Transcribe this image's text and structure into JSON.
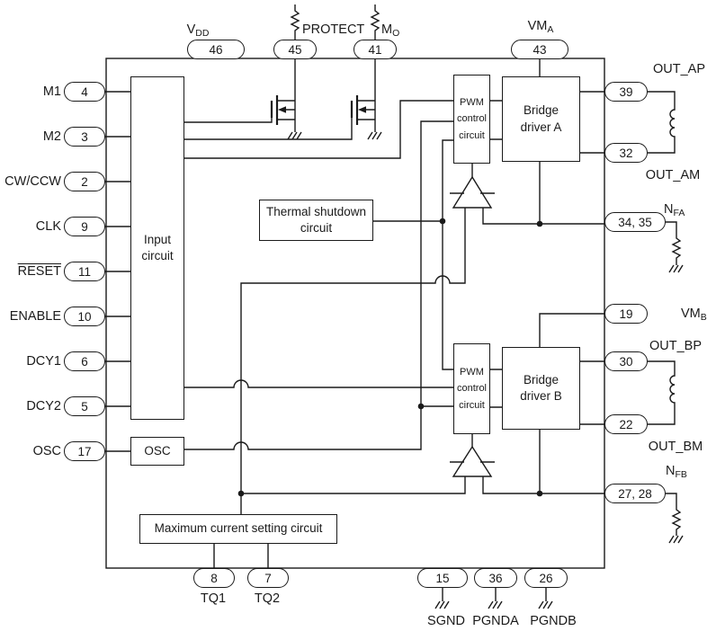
{
  "colors": {
    "line": "#1a1a1a",
    "background": "#ffffff"
  },
  "pins": {
    "left": [
      {
        "label": "M1",
        "number": "4"
      },
      {
        "label": "M2",
        "number": "3"
      },
      {
        "label": "CW/CCW",
        "number": "2"
      },
      {
        "label": "CLK",
        "number": "9"
      },
      {
        "label": "RESET",
        "number": "11",
        "overline": true
      },
      {
        "label": "ENABLE",
        "number": "10"
      },
      {
        "label": "DCY1",
        "number": "6"
      },
      {
        "label": "DCY2",
        "number": "5"
      },
      {
        "label": "OSC",
        "number": "17"
      }
    ],
    "top": [
      {
        "label_base": "V",
        "label_sub": "DD",
        "number": "46"
      },
      {
        "label_base": "PROTECT",
        "label_sub": "",
        "number": "45"
      },
      {
        "label_base": "M",
        "label_sub": "O",
        "number": "41"
      },
      {
        "label_base": "VM",
        "label_sub": "A",
        "number": "43"
      }
    ],
    "right": [
      {
        "label": "OUT_AP",
        "number": "39"
      },
      {
        "label": "OUT_AM",
        "number": "32"
      },
      {
        "label_base": "N",
        "label_sub": "FA",
        "number": "34, 35"
      },
      {
        "label_base": "VM",
        "label_sub": "B",
        "number": "19"
      },
      {
        "label": "OUT_BP",
        "number": "30"
      },
      {
        "label": "OUT_BM",
        "number": "22"
      },
      {
        "label_base": "N",
        "label_sub": "FB",
        "number": "27, 28"
      }
    ],
    "bottom": [
      {
        "label": "TQ1",
        "number": "8"
      },
      {
        "label": "TQ2",
        "number": "7"
      },
      {
        "label": "SGND",
        "number": "15"
      },
      {
        "label": "PGNDA",
        "number": "36"
      },
      {
        "label": "PGNDB",
        "number": "26"
      }
    ]
  },
  "blocks": {
    "input_circuit": {
      "line1": "Input",
      "line2": "circuit"
    },
    "osc": {
      "label": "OSC"
    },
    "thermal": {
      "line1": "Thermal shutdown",
      "line2": "circuit"
    },
    "pwm_a": {
      "line1": "PWM",
      "line2": "control",
      "line3": "circuit"
    },
    "pwm_b": {
      "line1": "PWM",
      "line2": "control",
      "line3": "circuit"
    },
    "bridge_a": {
      "line1": "Bridge",
      "line2": "driver A"
    },
    "bridge_b": {
      "line1": "Bridge",
      "line2": "driver B"
    },
    "max_current": {
      "label": "Maximum current setting circuit"
    }
  },
  "icons": {
    "ground": "ground-symbol",
    "resistor": "resistor-symbol",
    "inductor": "inductor-symbol",
    "mosfet": "n-channel-mosfet-symbol",
    "comparator": "comparator-symbol"
  }
}
